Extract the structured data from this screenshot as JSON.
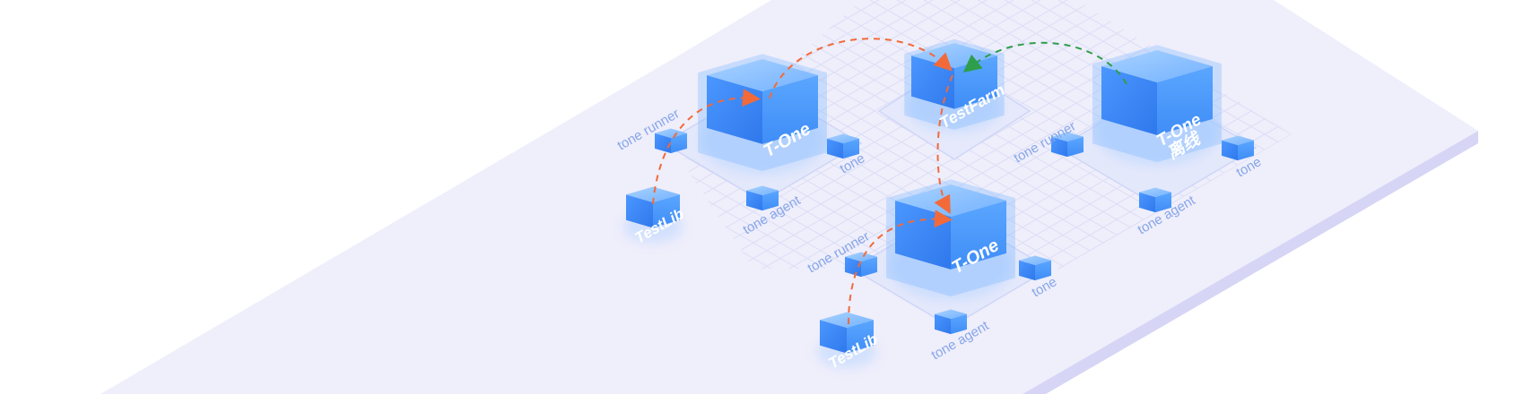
{
  "colors": {
    "platform_top": "#efeefb",
    "platform_side": "#d6d5f5",
    "grid": "#d9dcf5",
    "cube_front": "#4f9bff",
    "cube_side": "#3a84f5",
    "cube_top": "#8cc2ff",
    "label": "#86a6e8",
    "arrow_orange": "#f26a3a",
    "arrow_green": "#2e9e4a"
  },
  "clusters": [
    {
      "main_label": "T-One",
      "runner_label": "tone runner",
      "tone_label": "tone",
      "agent_label": "tone agent",
      "testlib_label": "TestLib"
    },
    {
      "main_label": "T-One",
      "runner_label": "tone runner",
      "tone_label": "tone",
      "agent_label": "tone agent",
      "testlib_label": "TestLib"
    },
    {
      "main_label_line1": "T-One",
      "main_label_line2": "离线",
      "runner_label": "tone runner",
      "tone_label": "tone",
      "agent_label": "tone agent"
    }
  ],
  "testfarm_label": "TestFarm"
}
